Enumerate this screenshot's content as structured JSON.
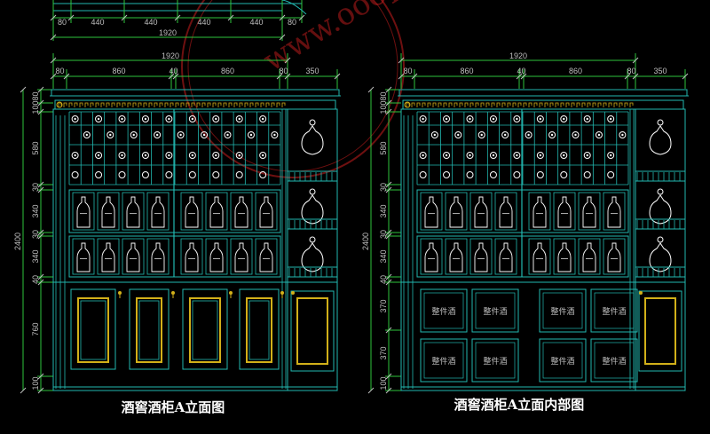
{
  "watermark": {
    "text": "www.ooopic.com"
  },
  "top_fragment": {
    "dims": [
      "80",
      "440",
      "440",
      "440",
      "440",
      "80"
    ],
    "total": "1920"
  },
  "elevations": [
    {
      "id": "A",
      "title": "酒窖酒柜A立面图",
      "overall_width": "1920",
      "top_dims": [
        "80",
        "860",
        "40",
        "860",
        "80",
        "350"
      ],
      "height_total": "2400",
      "height_dims": [
        "80",
        "100",
        "580",
        "30",
        "340",
        "30",
        "340",
        "40",
        "760",
        "100"
      ],
      "lower_panel_label": ""
    },
    {
      "id": "A-inner",
      "title": "酒窖酒柜A立面内部图",
      "overall_width": "1920",
      "top_dims": [
        "80",
        "860",
        "40",
        "860",
        "80",
        "350"
      ],
      "height_total": "2400",
      "height_dims": [
        "80",
        "100",
        "580",
        "30",
        "340",
        "30",
        "340",
        "40",
        "370",
        "370",
        "100"
      ],
      "lower_panel_label": "整件酒"
    }
  ],
  "colors": {
    "line": "#22b8b0",
    "green": "#2ec43b",
    "gold": "#d2b019",
    "white": "#ffffff",
    "dim": "#bfbfbf",
    "accent": "#d02020"
  }
}
